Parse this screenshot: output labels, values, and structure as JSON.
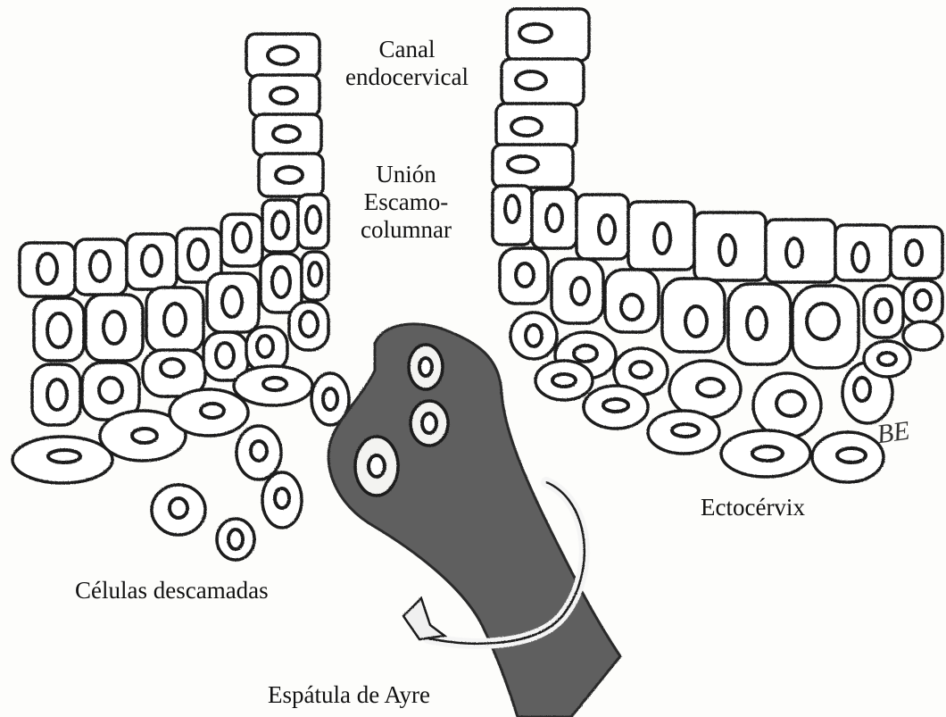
{
  "labels": {
    "canal_line1": "Canal",
    "canal_line2": "endocervical",
    "union_line1": "Unión",
    "union_line2": "Escamo-",
    "union_line3": "columnar",
    "ectocervix": "Ectocérvix",
    "celulas": "Células descamadas",
    "espatula": "Espátula de Ayre"
  },
  "signature": "BE",
  "colors": {
    "background": "#fdfdfb",
    "spatula": "#5f5f5f",
    "ink": "#1d1d1d"
  }
}
